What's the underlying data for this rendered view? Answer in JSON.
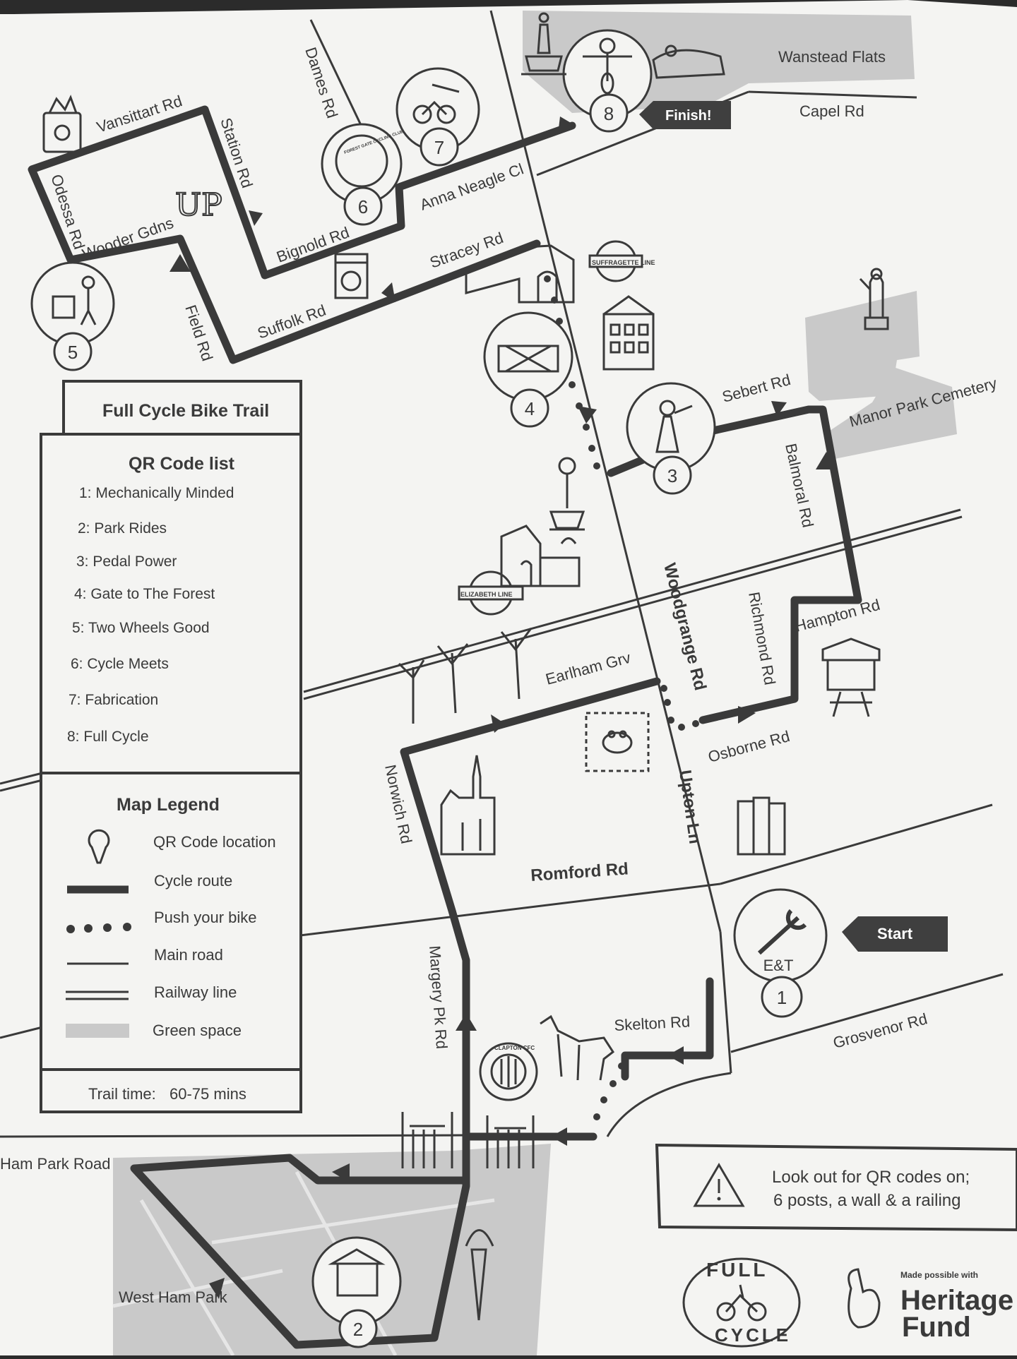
{
  "panel": {
    "title": "Full Cycle Bike Trail",
    "qr_heading": "QR Code list",
    "qr_items": [
      "1: Mechanically Minded",
      "2: Park Rides",
      "3: Pedal Power",
      "4: Gate to The Forest",
      "5: Two Wheels Good",
      "6: Cycle Meets",
      "7: Fabrication",
      "8: Full Cycle"
    ],
    "legend_heading": "Map Legend",
    "legend_items": [
      {
        "icon": "qr-pin-icon",
        "label": "QR Code location"
      },
      {
        "icon": "cycle-route-line",
        "label": "Cycle route"
      },
      {
        "icon": "push-bike-dots",
        "label": "Push your bike"
      },
      {
        "icon": "main-road-line",
        "label": "Main road"
      },
      {
        "icon": "railway-line",
        "label": "Railway line"
      },
      {
        "icon": "green-space-swatch",
        "label": "Green space"
      }
    ],
    "trail_time_label": "Trail time:",
    "trail_time_value": "60-75 mins"
  },
  "roads": {
    "vansittart": "Vansittart Rd",
    "station": "Station Rd",
    "dames": "Dames Rd",
    "odessa": "Odessa Rd",
    "wooder": "Wooder Gdns",
    "bignold": "Bignold Rd",
    "anna_neagle": "Anna Neagle Cl",
    "stracey": "Stracey Rd",
    "suffolk": "Suffolk Rd",
    "field": "Field Rd",
    "wanstead": "Wanstead Flats",
    "capel": "Capel Rd",
    "sebert": "Sebert Rd",
    "manor_park": "Manor Park Cemetery",
    "balmoral": "Balmoral Rd",
    "woodgrange": "Woodgrange Rd",
    "richmond": "Richmond Rd",
    "hampton": "Hampton Rd",
    "earlham": "Earlham Grv",
    "osborne": "Osborne Rd",
    "norwich": "Norwich Rd",
    "upton": "Upton Ln",
    "romford": "Romford Rd",
    "margery": "Margery Pk Rd",
    "skelton": "Skelton Rd",
    "grosvenor": "Grosvenor Rd",
    "ham_park": "Ham Park Road",
    "west_ham_park": "West Ham Park"
  },
  "pins": [
    "1",
    "2",
    "3",
    "4",
    "5",
    "6",
    "7",
    "8"
  ],
  "pin1_caption": "E&T",
  "tags": {
    "start": "Start",
    "finish": "Finish!"
  },
  "badges": {
    "up": "UP",
    "suffragette": "SUFFRAGETTE LINE",
    "elizabeth": "ELIZABETH LINE",
    "clapton": "CLAPTON CFC",
    "forest_gate_cc": "FOREST GATE CYCLING CLUB"
  },
  "notice": {
    "line1": "Look out for QR codes on;",
    "line2": "6 posts, a wall & a railing"
  },
  "logos": {
    "full_cycle_top": "FULL",
    "full_cycle_bottom": "CYCLE",
    "heritage_small": "Made possible with",
    "heritage_line1": "Heritage",
    "heritage_line2": "Fund"
  },
  "colors": {
    "paper": "#f4f4f2",
    "ink": "#3a3a3a",
    "green_space": "#c9c9c9",
    "tag_bg": "#3f3f3f",
    "background": "#2b2b2b"
  }
}
